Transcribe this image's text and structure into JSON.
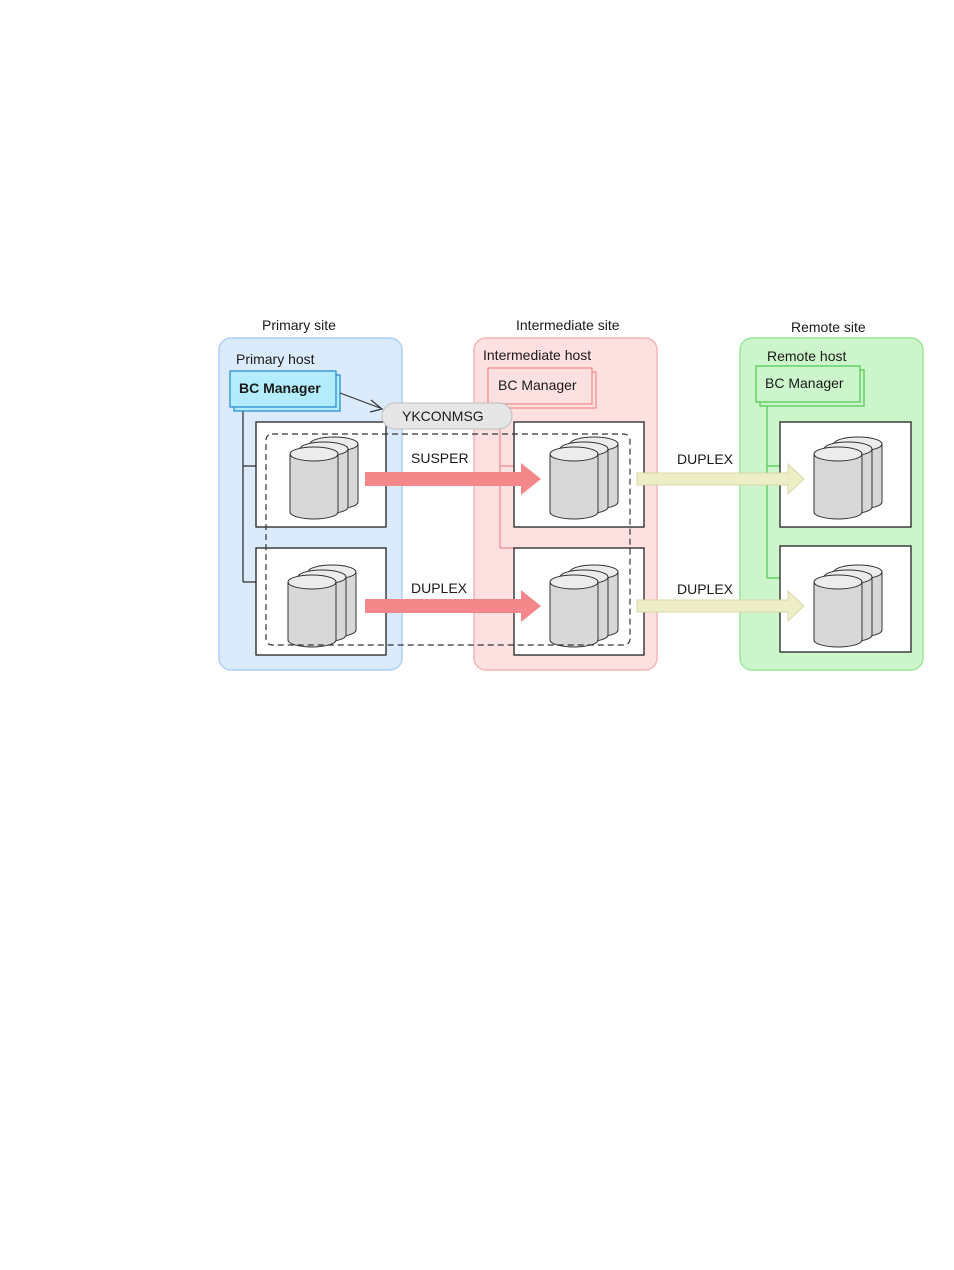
{
  "sites": {
    "primary": {
      "label": "Primary site",
      "host_label": "Primary host",
      "manager_label": "BC Manager",
      "color": "#dcebfb"
    },
    "intermediate": {
      "label": "Intermediate site",
      "host_label": "Intermediate host",
      "manager_label": "BC Manager",
      "color": "#fde0e0"
    },
    "remote": {
      "label": "Remote site",
      "host_label": "Remote host",
      "manager_label": "BC Manager",
      "color": "#ccf5cc"
    }
  },
  "message": {
    "label": "YKCONMSG"
  },
  "links": {
    "primary_to_intermediate_top": "SUSPER",
    "primary_to_intermediate_bottom": "DUPLEX",
    "intermediate_to_remote_top": "DUPLEX",
    "intermediate_to_remote_bottom": "DUPLEX"
  },
  "colors": {
    "active_arrow": "#f4878a",
    "inactive_arrow": "#eeeec6",
    "primary_manager_fill": "#b3ecfc",
    "primary_manager_border": "#2b8fd0"
  }
}
